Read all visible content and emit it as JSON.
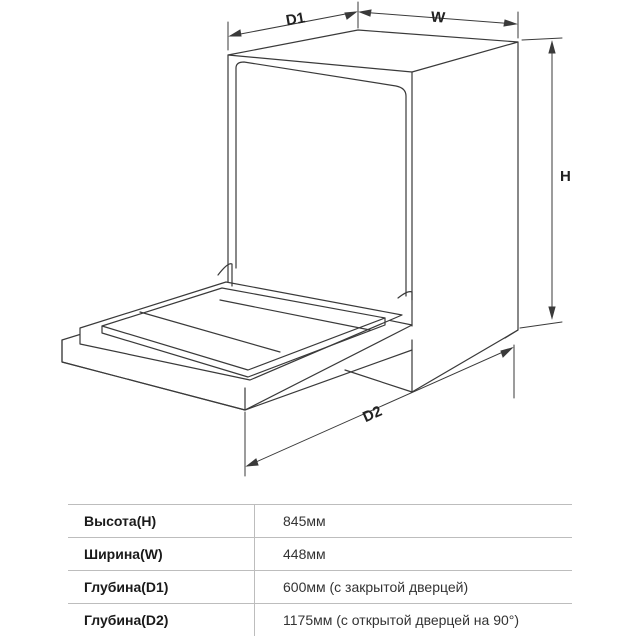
{
  "diagram": {
    "labels": {
      "d1": "D1",
      "w": "W",
      "h": "H",
      "d2": "D2"
    }
  },
  "specs": {
    "rows": [
      {
        "name": "Высота(H)",
        "value": "845мм"
      },
      {
        "name": "Ширина(W)",
        "value": "448мм"
      },
      {
        "name": "Глубина(D1)",
        "value": "600мм (с закрытой дверцей)"
      },
      {
        "name": "Глубина(D2)",
        "value": "1175мм (с открытой дверцей на 90°)"
      }
    ]
  },
  "colors": {
    "line": "#3a3a3a",
    "text": "#1a1a1a",
    "grid": "#bdbdbd"
  }
}
